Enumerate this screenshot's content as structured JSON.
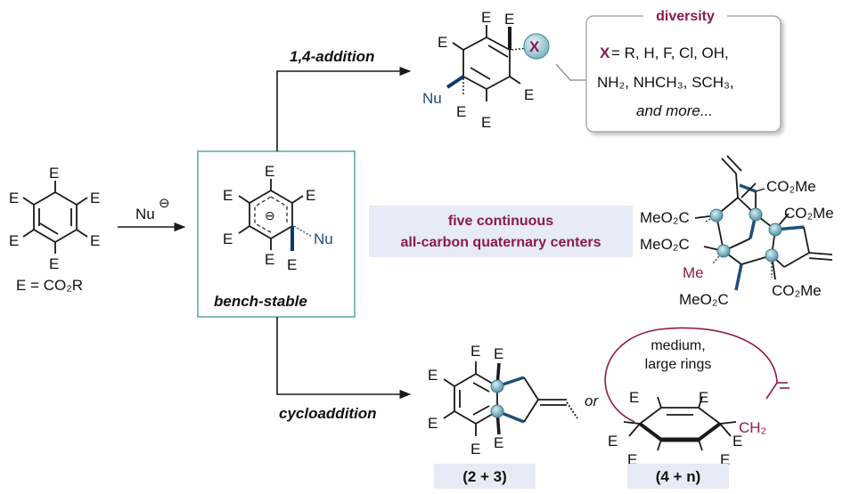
{
  "labels": {
    "E": "E",
    "Nu": "Nu",
    "Me": "Me",
    "X": "X",
    "CO2Me": "CO₂Me",
    "MeO2C": "MeO₂C",
    "CH2": "CH₂",
    "or": "or"
  },
  "starting": {
    "definition": "E = CO₂R",
    "reagent": "Nu",
    "reagent_charge": "⊖"
  },
  "intermediate": {
    "caption": "bench-stable",
    "charge": "⊖"
  },
  "addition": {
    "label": "1,4-addition"
  },
  "diversity": {
    "title": "diversity",
    "line1_prefix": "X",
    "line1": " = R, H, F, Cl, OH,",
    "line2": "NH₂, NHCH₃, SCH₃,",
    "line3": "and more..."
  },
  "quaternary": {
    "line1": "five continuous",
    "line2": "all-carbon quaternary centers"
  },
  "cycloaddition": {
    "label": "cycloaddition",
    "product1_label": "(2 + 3)",
    "product2_label": "(4 + n)",
    "ring_label1": "medium,",
    "ring_label2": "large rings"
  },
  "colors": {
    "teal_box": "#5aa5a0",
    "magenta": "#8c1a4f",
    "blue_bond": "#1f4e79",
    "label_bg": "#e7ebf6",
    "node_fill": "#6aa8b8"
  }
}
